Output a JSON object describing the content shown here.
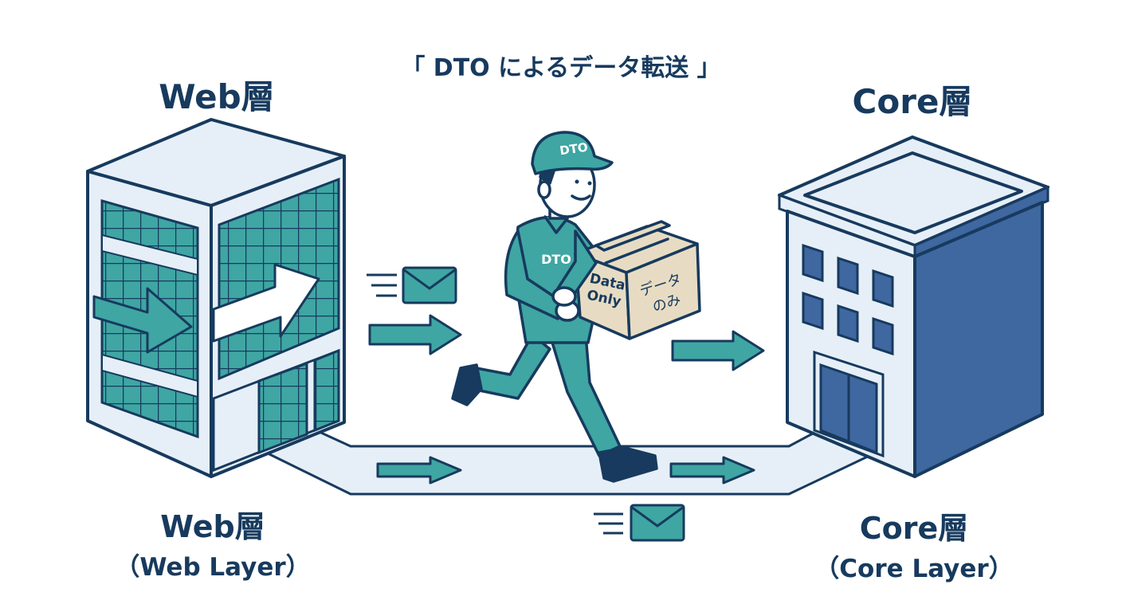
{
  "title": "「 DTO によるデータ転送 」",
  "web": {
    "header": "Web層",
    "label": "Web層",
    "sublabel": "（Web Layer）"
  },
  "core": {
    "header": "Core層",
    "label": "Core層",
    "sublabel": "（Core Layer）"
  },
  "courier": {
    "cap_text": "DTO",
    "shirt_text": "DTO",
    "box_text_en_line1": "Data",
    "box_text_en_line2": "Only",
    "box_text_ja_line1": "データ",
    "box_text_ja_line2": "のみ"
  },
  "colors": {
    "navy": "#173a5e",
    "teal": "#3fa6a3",
    "light_blue": "#e6eff7",
    "core_blue": "#3f67a0"
  },
  "icons": [
    "envelope-icon",
    "arrow-icon",
    "courier-figure",
    "web-building",
    "core-building"
  ]
}
